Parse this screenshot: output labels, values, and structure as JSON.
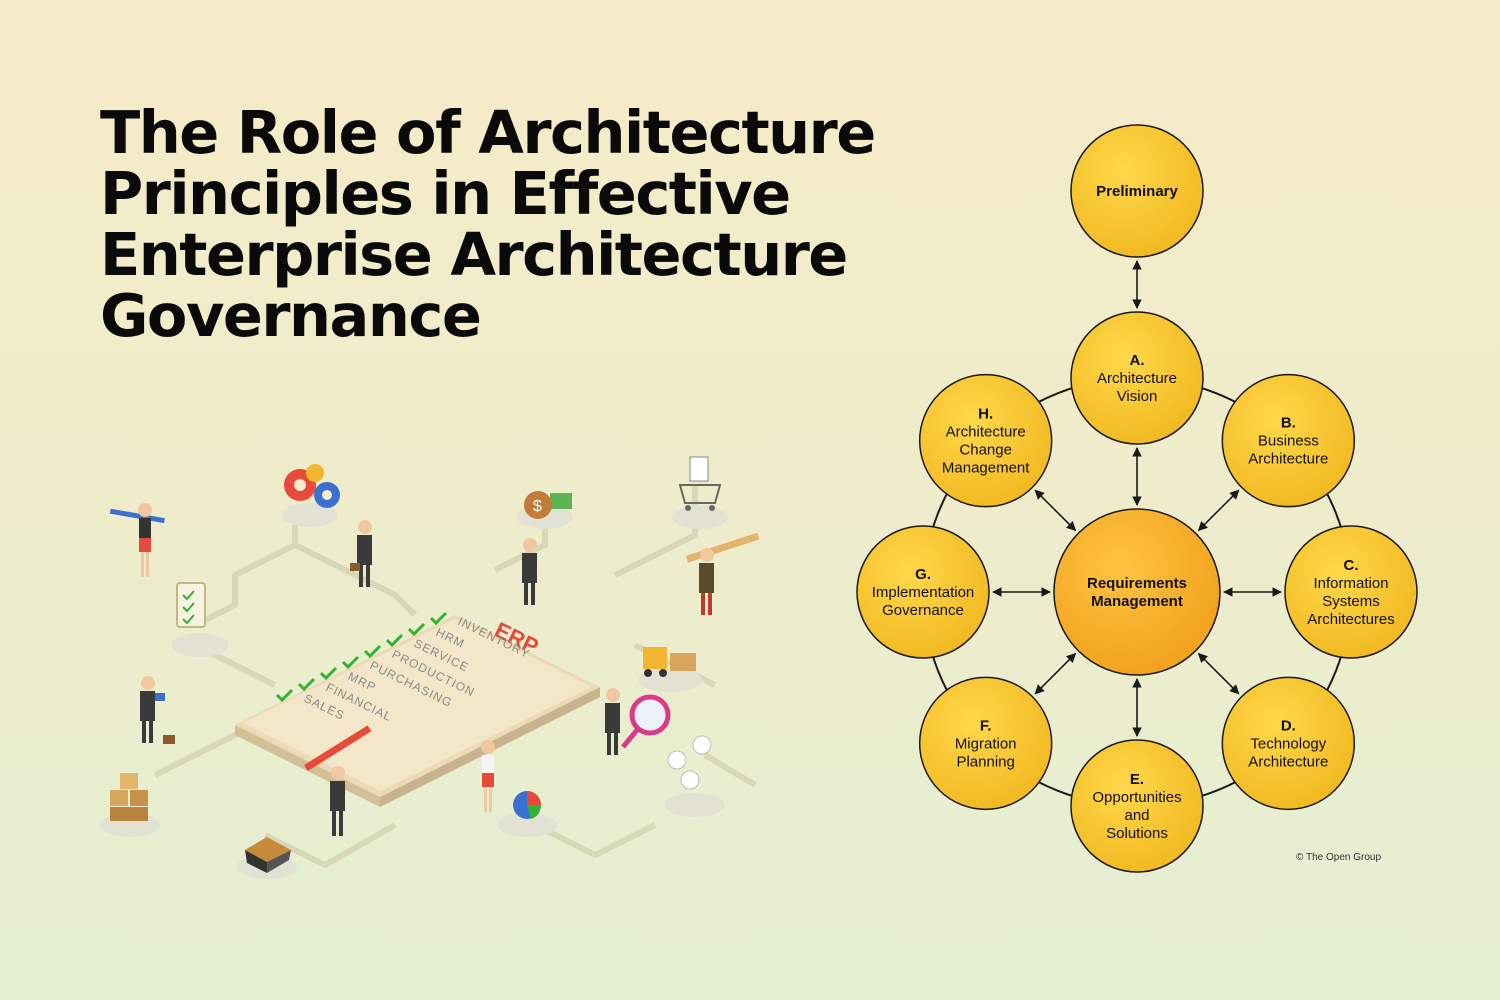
{
  "title_lines": [
    "The Role of Architecture",
    "Principles in Effective",
    "Enterprise Architecture",
    "Governance"
  ],
  "erp": {
    "title": "ERP",
    "items": [
      "INVENTORY",
      "HRM",
      "SERVICE",
      "PRODUCTION",
      "PURCHASING",
      "MRP",
      "FINANCIAL",
      "SALES"
    ]
  },
  "togaf": {
    "preliminary": "Preliminary",
    "center": [
      "Requirements",
      "Management"
    ],
    "phases": [
      {
        "letter": "A.",
        "lines": [
          "Architecture",
          "Vision"
        ]
      },
      {
        "letter": "B.",
        "lines": [
          "Business",
          "Architecture"
        ]
      },
      {
        "letter": "C.",
        "lines": [
          "Information",
          "Systems",
          "Architectures"
        ]
      },
      {
        "letter": "D.",
        "lines": [
          "Technology",
          "Architecture"
        ]
      },
      {
        "letter": "E.",
        "lines": [
          "Opportunities",
          "and",
          "Solutions"
        ]
      },
      {
        "letter": "F.",
        "lines": [
          "Migration",
          "Planning"
        ]
      },
      {
        "letter": "G.",
        "lines": [
          "Implementation",
          "Governance"
        ]
      },
      {
        "letter": "H.",
        "lines": [
          "Architecture",
          "Change",
          "Management"
        ]
      }
    ],
    "copyright": "© The Open Group"
  },
  "colors": {
    "node_fill": "#f7c42b",
    "node_stroke": "#1a1a1a",
    "check": "#34b233",
    "erp_accent": "#e74a3b"
  },
  "icons": [
    "gears-icon",
    "money-bag-icon",
    "shopping-cart-icon",
    "clipboard-icon",
    "boxes-icon",
    "forklift-icon",
    "magnifier-icon",
    "house-icon",
    "pie-chart-icon",
    "avatar-icon"
  ]
}
